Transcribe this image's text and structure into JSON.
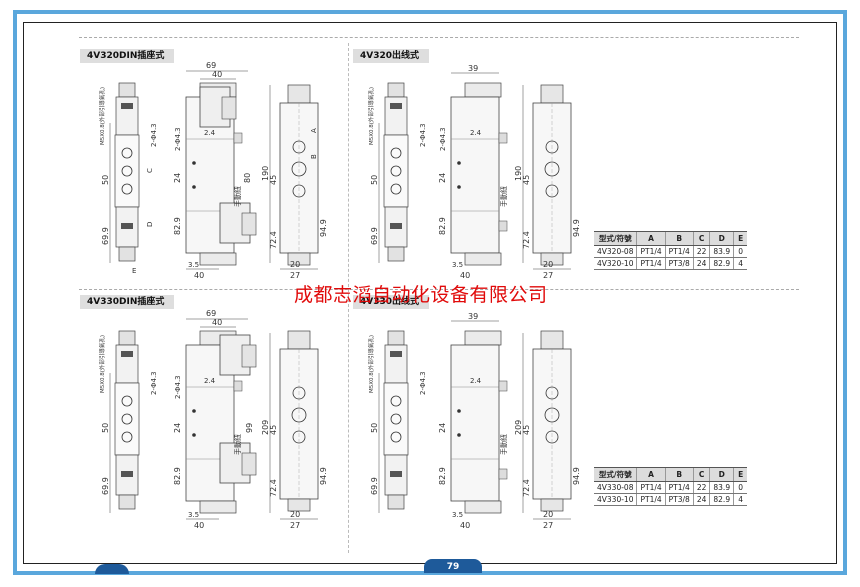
{
  "sections": [
    {
      "title": "4V320DIN插座式"
    },
    {
      "title": "4V320出线式"
    },
    {
      "title": "4V330DIN插座式"
    },
    {
      "title": "4V330出线式"
    }
  ],
  "tables": [
    {
      "headers": [
        "型式/符號",
        "A",
        "B",
        "C",
        "D",
        "E"
      ],
      "rows": [
        [
          "4V320-08",
          "PT1/4",
          "PT1/4",
          "22",
          "83.9",
          "0"
        ],
        [
          "4V320-10",
          "PT1/4",
          "PT3/8",
          "24",
          "82.9",
          "4"
        ]
      ]
    },
    {
      "headers": [
        "型式/符號",
        "A",
        "B",
        "C",
        "D",
        "E"
      ],
      "rows": [
        [
          "4V330-08",
          "PT1/4",
          "PT1/4",
          "22",
          "83.9",
          "0"
        ],
        [
          "4V330-10",
          "PT1/4",
          "PT3/8",
          "24",
          "82.9",
          "4"
        ]
      ]
    }
  ],
  "dims": {
    "w69": "69",
    "w40": "40",
    "w39": "39",
    "w27": "27",
    "w20": "20",
    "w35": "3.5",
    "h190": "190",
    "h209": "209",
    "h45": "45",
    "h50": "50",
    "h24": "24",
    "h80": "80",
    "h99": "99",
    "h829": "82.9",
    "h699": "69.9",
    "h724": "72.4",
    "h949": "94.9",
    "hole": "2-Φ4.3",
    "d24": "2.4",
    "manual": "手動鈕",
    "thread": "M5X0.8(外部引導氣孔)",
    "a": "A",
    "b": "B",
    "c": "C",
    "d": "D",
    "e": "E"
  },
  "watermark": "成都志滔自动化设备有限公司",
  "page_number": "79"
}
